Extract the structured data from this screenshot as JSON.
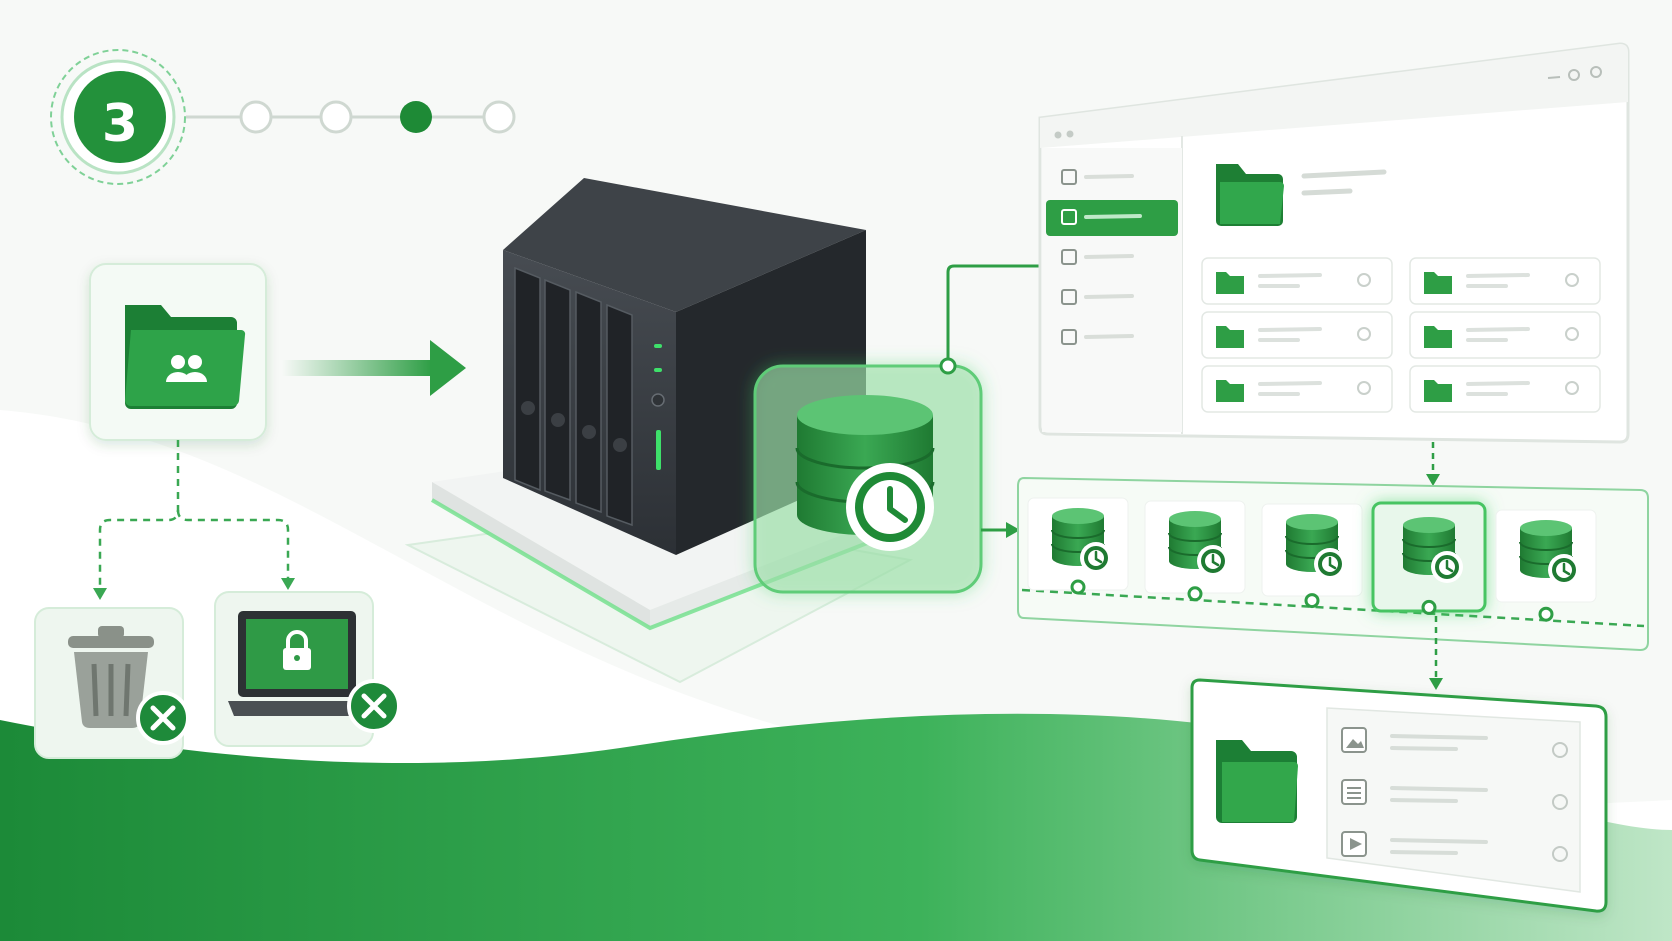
{
  "step": {
    "number": "3",
    "dot_count": 4,
    "active_dot_index": 2
  },
  "colors": {
    "brand_green": "#2e9e45",
    "dark_green": "#1f7a32",
    "light_green": "#dff2e2",
    "nas_body": "#3b4045",
    "danger_badge": "#1e8a3a"
  },
  "icons": {
    "shared_folder": "shared-folder-icon",
    "trash": "trash-icon",
    "locked_laptop": "locked-laptop-icon",
    "nas": "nas-device-icon",
    "snapshot": "database-clock-icon",
    "folder": "folder-icon",
    "image": "image-file-icon",
    "document": "document-file-icon",
    "video": "video-file-icon"
  },
  "window": {
    "sidebar_item_count": 5,
    "selected_sidebar_index": 1,
    "grid_rows": 3,
    "grid_cols": 2
  },
  "snapshots": {
    "count": 5,
    "selected_index": 3
  },
  "restore_panel": {
    "file_types": [
      "image",
      "document",
      "video"
    ]
  }
}
